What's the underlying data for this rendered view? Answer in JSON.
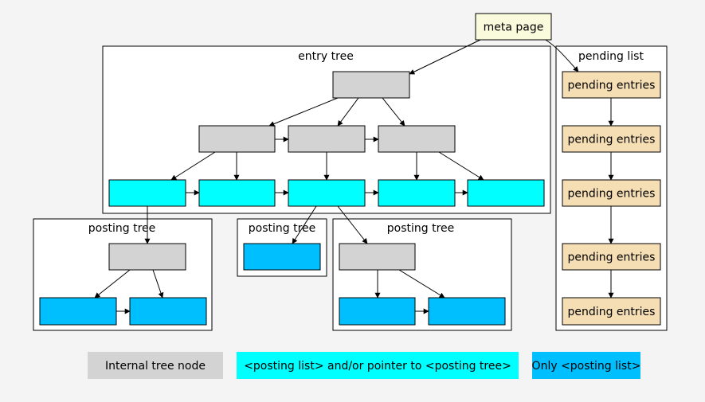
{
  "meta_page": {
    "label": "meta page",
    "fill": "#fafadc"
  },
  "entry_tree": {
    "label": "entry tree"
  },
  "pending_list": {
    "label": "pending list",
    "entries": [
      "pending entries",
      "pending entries",
      "pending entries",
      "pending entries",
      "pending entries"
    ],
    "fill": "#f5deb3"
  },
  "posting_trees": [
    {
      "label": "posting tree"
    },
    {
      "label": "posting tree"
    },
    {
      "label": "posting tree"
    }
  ],
  "colors": {
    "internal_node": "#d3d3d3",
    "posting_list_or_pointer": "#00ffff",
    "only_posting_list": "#00bfff",
    "frame": "#ffffff",
    "edge": "#000000"
  },
  "legend": {
    "internal_node": "Internal tree node",
    "posting_list_or_pointer": "<posting list> and/or pointer to <posting tree>",
    "only_posting_list": "Only <posting list>"
  }
}
